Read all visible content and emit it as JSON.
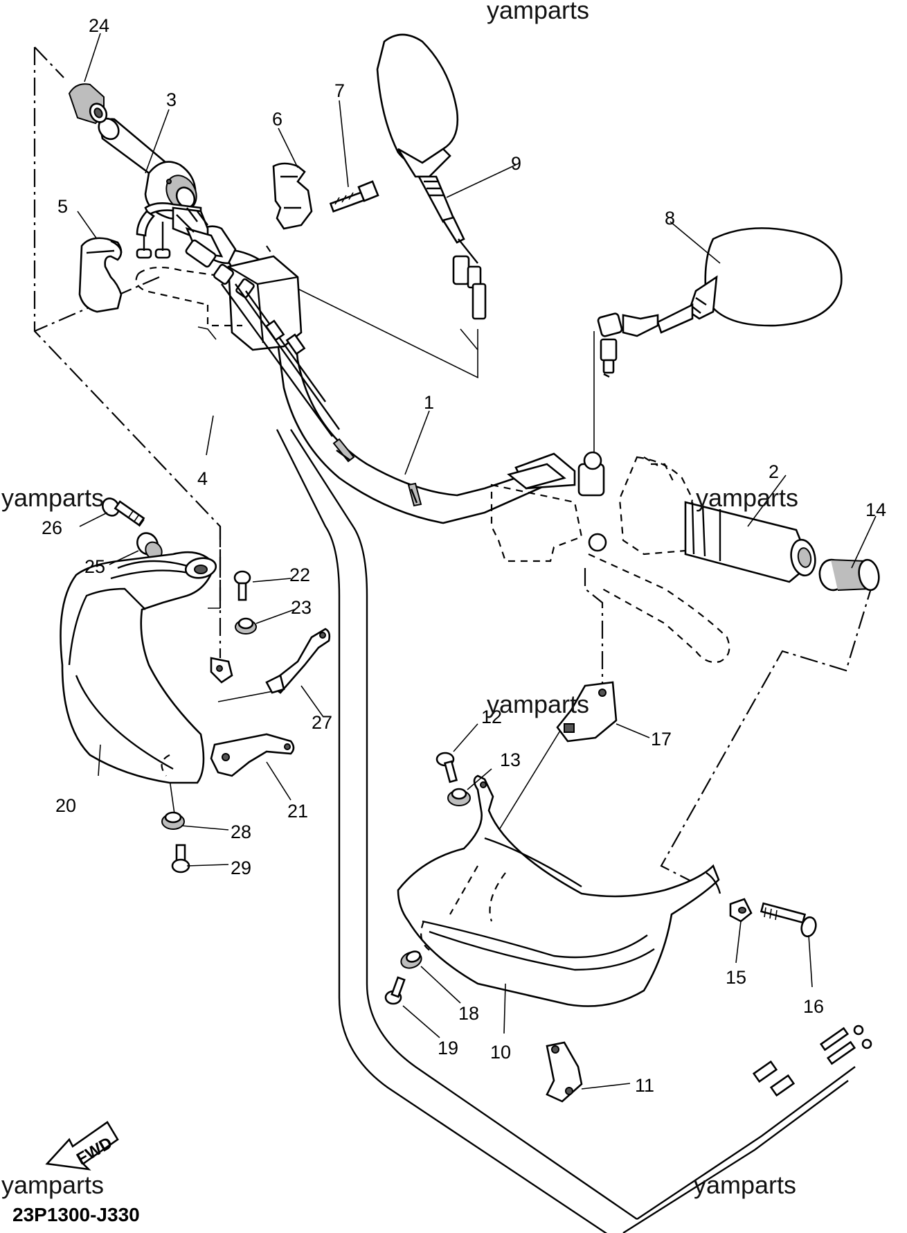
{
  "diagram": {
    "watermark": "yamparts",
    "drawing_code": "23P1300-J330",
    "direction_label": "FWD",
    "part_numbers": [
      "1",
      "2",
      "3",
      "4",
      "5",
      "6",
      "7",
      "8",
      "9",
      "10",
      "11",
      "12",
      "13",
      "14",
      "15",
      "16",
      "17",
      "18",
      "19",
      "20",
      "21",
      "22",
      "23",
      "24",
      "25",
      "26",
      "27",
      "28",
      "29"
    ]
  }
}
